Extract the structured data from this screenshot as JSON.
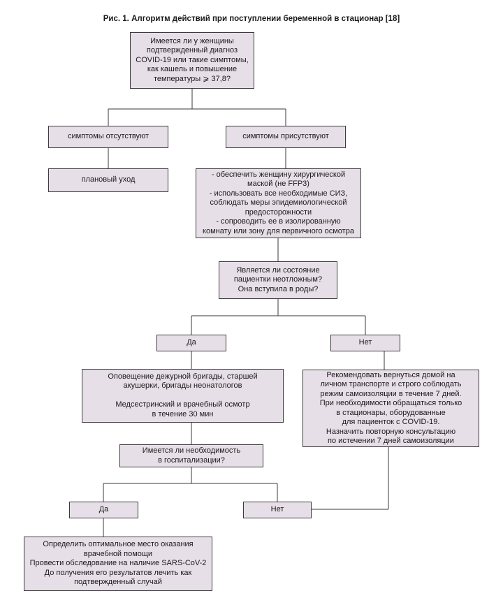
{
  "title": "Рис. 1. Алгоритм действий при поступлении беременной в стационар [18]",
  "nodes": {
    "q_covid": "Имеется ли у женщины\nподтвержденный диагноз\nCOVID-19 или такие симптомы,\nкак кашель и повышение\nтемпературы ⩾ 37,8?",
    "no_symptoms": "симптомы отсутствуют",
    "symptoms": "симптомы присутствуют",
    "planned_care": "плановый уход",
    "measures": "- обеспечить женщину хирургической\nмаской (не FFP3)\n- использовать все необходимые СИЗ,\nсоблюдать меры эпидемиологической\nпредосторожности\n- сопроводить ее в изолированную\nкомнату или зону для первичного осмотра",
    "q_urgent": "Является ли состояние\nпациентки неотложным?\nОна вступила в роды?",
    "yes1": "Да",
    "no1": "Нет",
    "notify": "Оповещение дежурной бригады, старшей\nакушерки, бригады неонатологов\n\nМедсестринский и врачебный осмотр\nв течение 30 мин",
    "recommend": "Рекомендовать вернуться домой на\nличном транспорте и строго соблюдать\nрежим самоизоляции в течение 7 дней.\nПри необходимости обращаться только\nв стационары, оборудованные\nдля пациенток с COVID-19.\nНазначить повторную консультацию\nпо истечении 7 дней самоизоляции",
    "q_hosp": "Имеется ли необходимость\nв госпитализации?",
    "yes2": "Да",
    "no2": "Нет",
    "final": "Определить оптимальное место оказания\nврачебной помощи\nПровести обследование на наличие SARS-CoV-2\nДо получения его результатов лечить как\nподтвержденный случай"
  }
}
